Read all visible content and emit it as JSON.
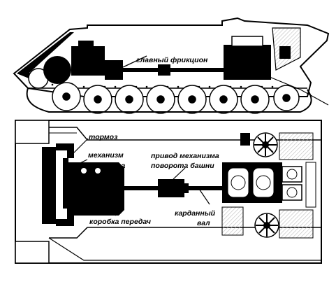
{
  "labels": {
    "main_clutch": "главный фрикцион",
    "brake": "тормоз",
    "steering_mechanism_1": "механизм",
    "steering_mechanism_2": "поворота",
    "turret_drive_1": "привод механизма",
    "turret_drive_2": "поворота башни",
    "gearbox": "коробка передач",
    "driveshaft_1": "карданный",
    "driveshaft_2": "вал"
  },
  "colors": {
    "ink": "#000000",
    "paper": "#ffffff",
    "hatch": "#bdbdbd"
  }
}
